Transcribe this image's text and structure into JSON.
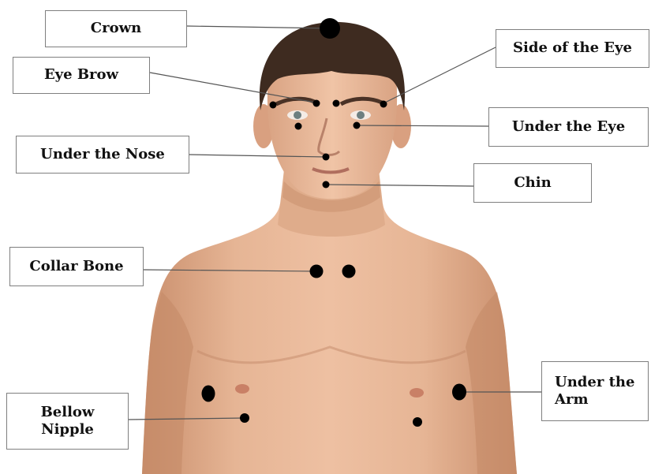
{
  "diagram": {
    "labels": {
      "crown": "Crown",
      "eye_brow": "Eye Brow",
      "side_of_eye": "Side of the Eye",
      "under_eye": "Under the Eye",
      "under_nose": "Under the Nose",
      "chin": "Chin",
      "collar_bone": "Collar Bone",
      "under_arm": "Under the\nArm",
      "bellow_nipple": "Bellow\nNipple"
    },
    "colors": {
      "marker": "#000000",
      "leader_line": "#555555",
      "label_border": "#7f7f7f",
      "skin": "#e2b08e",
      "skin_shadow": "#c88d6c",
      "hair": "#3d2a20"
    }
  }
}
